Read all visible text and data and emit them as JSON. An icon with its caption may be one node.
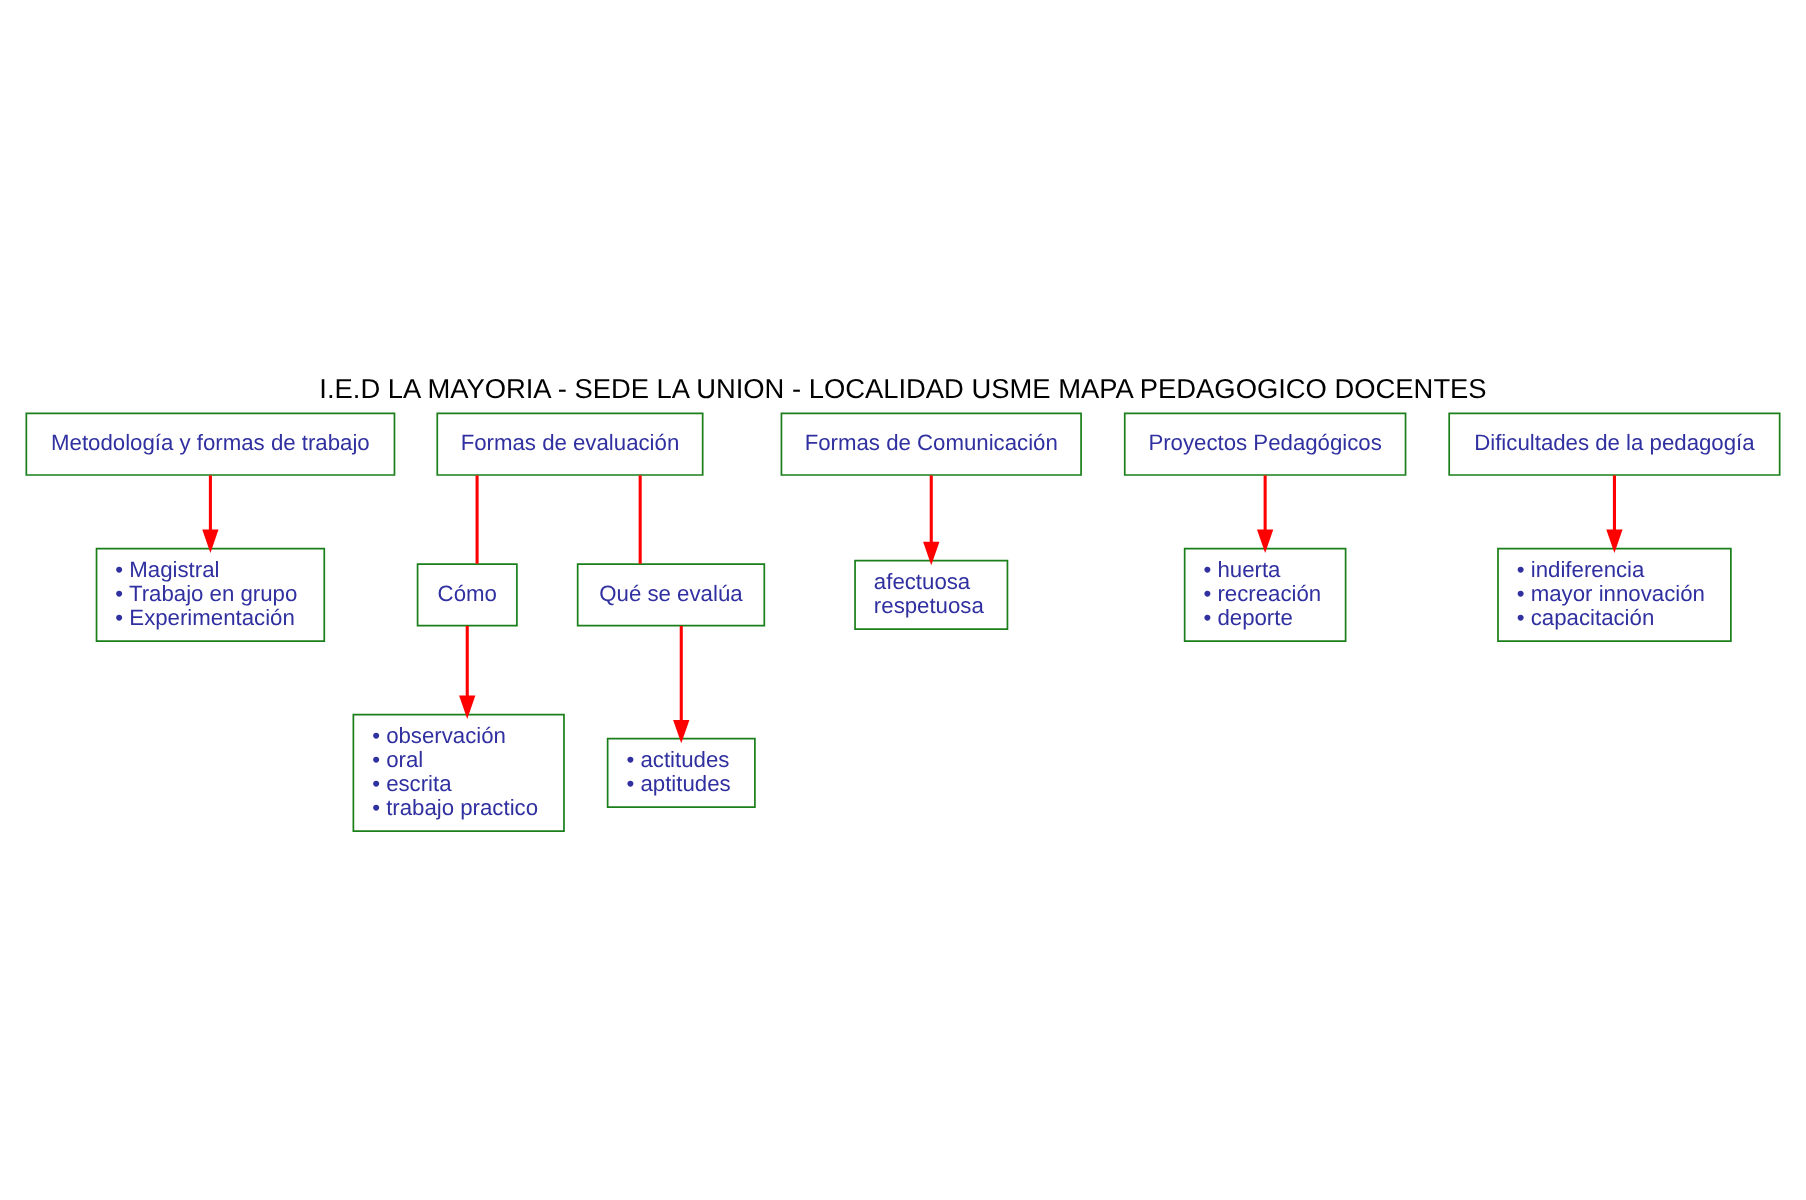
{
  "diagram": {
    "title": "I.E.D LA MAYORIA - SEDE LA UNION - LOCALIDAD USME MAPA PEDAGOGICO DOCENTES",
    "nodes": [
      {
        "text": [
          "Metodología y formas de trabajo"
        ]
      },
      {
        "text": [
          "Formas de evaluación"
        ]
      },
      {
        "text": [
          "Formas de Comunicación"
        ]
      },
      {
        "text": [
          "Proyectos Pedagógicos"
        ]
      },
      {
        "text": [
          "Dificultades de la pedagogía"
        ]
      },
      {
        "text": [
          "• Magistral",
          "• Trabajo en grupo",
          "• Experimentación"
        ]
      },
      {
        "text": [
          "Cómo"
        ]
      },
      {
        "text": [
          "Qué se evalúa"
        ]
      },
      {
        "text": [
          "afectuosa",
          "respetuosa"
        ]
      },
      {
        "text": [
          "• indiferencia",
          "• mayor innovación",
          "• capacitación"
        ]
      },
      {
        "text": [
          "• observación",
          "• oral",
          "• escrita",
          "• trabajo practico"
        ]
      },
      {
        "text": [
          "• actitudes",
          "• aptitudes"
        ]
      },
      {
        "text": [
          "• huerta",
          "• recreación",
          "• deporte"
        ]
      }
    ],
    "edges": [
      {
        "from": 0,
        "to": 5,
        "arrow": "to"
      },
      {
        "from": 1,
        "to": 6,
        "arrow": "none"
      },
      {
        "from": 1,
        "to": 7,
        "arrow": "none"
      },
      {
        "from": 2,
        "to": 8,
        "arrow": "to"
      },
      {
        "from": 4,
        "to": 9,
        "arrow": "to"
      },
      {
        "from": 6,
        "to": 10,
        "arrow": "to"
      },
      {
        "from": 7,
        "to": 11,
        "arrow": "to"
      },
      {
        "from": 3,
        "to": 12,
        "arrow": "to"
      }
    ]
  }
}
